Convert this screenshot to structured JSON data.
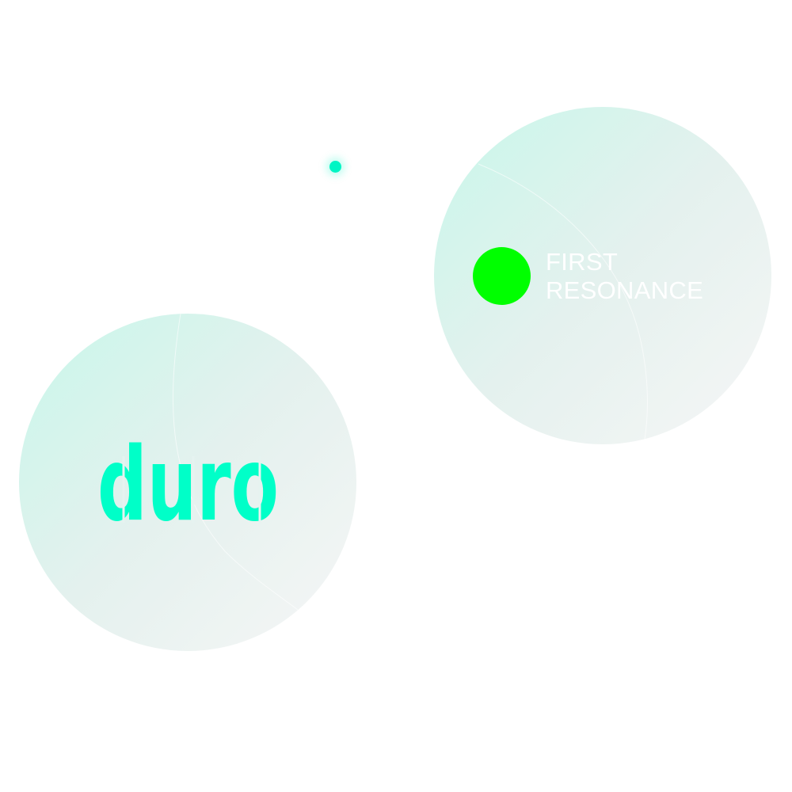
{
  "logos": {
    "duro": {
      "text": "duro",
      "color": "#00ffc8"
    },
    "first_resonance": {
      "line1": "FIRST",
      "line2": "RESONANCE",
      "mark_color": "#00ff00",
      "text_color": "#ffffff"
    }
  },
  "accent_dot_color": "#00f5c4"
}
